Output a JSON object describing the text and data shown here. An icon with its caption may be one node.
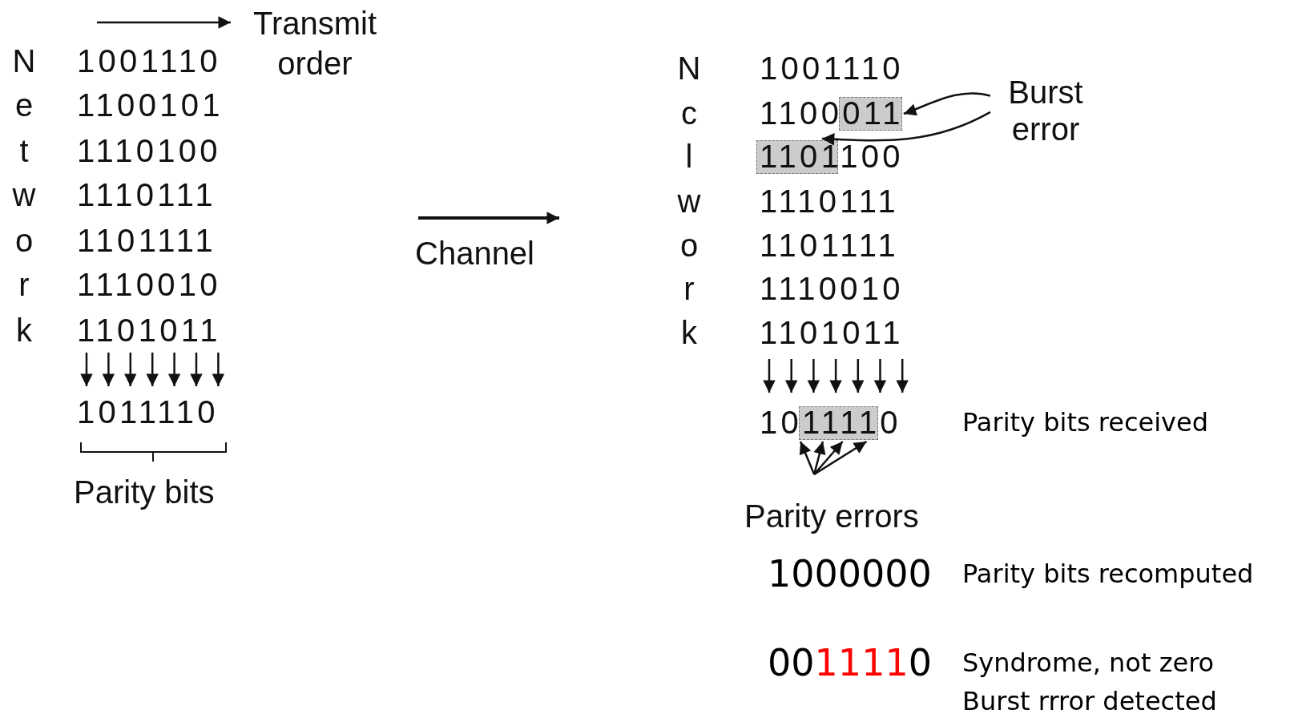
{
  "diagram": {
    "nodes": [
      {
        "text": [
          "Burst error"
        ]
      },
      {
        "text": [],
        "shape": "box"
      },
      {
        "text": [],
        "shape": "box"
      },
      {
        "text": [],
        "shape": "box"
      },
      {
        "text": [
          "Parity errors"
        ]
      }
    ],
    "edges": [
      {
        "from": 0,
        "to": 1,
        "arrow": "to"
      },
      {
        "from": 0,
        "to": 2,
        "arrow": "to"
      },
      {
        "from": 4,
        "to": 3,
        "arrow": "to"
      },
      {
        "from": 4,
        "to": 3,
        "arrow": "to"
      },
      {
        "from": 4,
        "to": 3,
        "arrow": "to"
      },
      {
        "from": 4,
        "to": 3,
        "arrow": "to"
      }
    ],
    "labels": [
      "Transmit order",
      "N",
      "1001110",
      "e",
      "1100101",
      "t",
      "1110100",
      "w",
      "1110111",
      "o",
      "1101111",
      "r",
      "1110010",
      "k",
      "1101011",
      "1011110",
      "Parity bits",
      "Channel",
      "N",
      "1001110",
      "c",
      "1100011",
      "l",
      "1101100",
      "w",
      "1110111",
      "o",
      "1101111",
      "r",
      "1110010",
      "k",
      "1101011",
      "1011110",
      "Parity bits received",
      "1000000",
      "Parity bits recomputed",
      "0011110",
      "Syndrome, not zero",
      "Burst rrror detected"
    ]
  }
}
